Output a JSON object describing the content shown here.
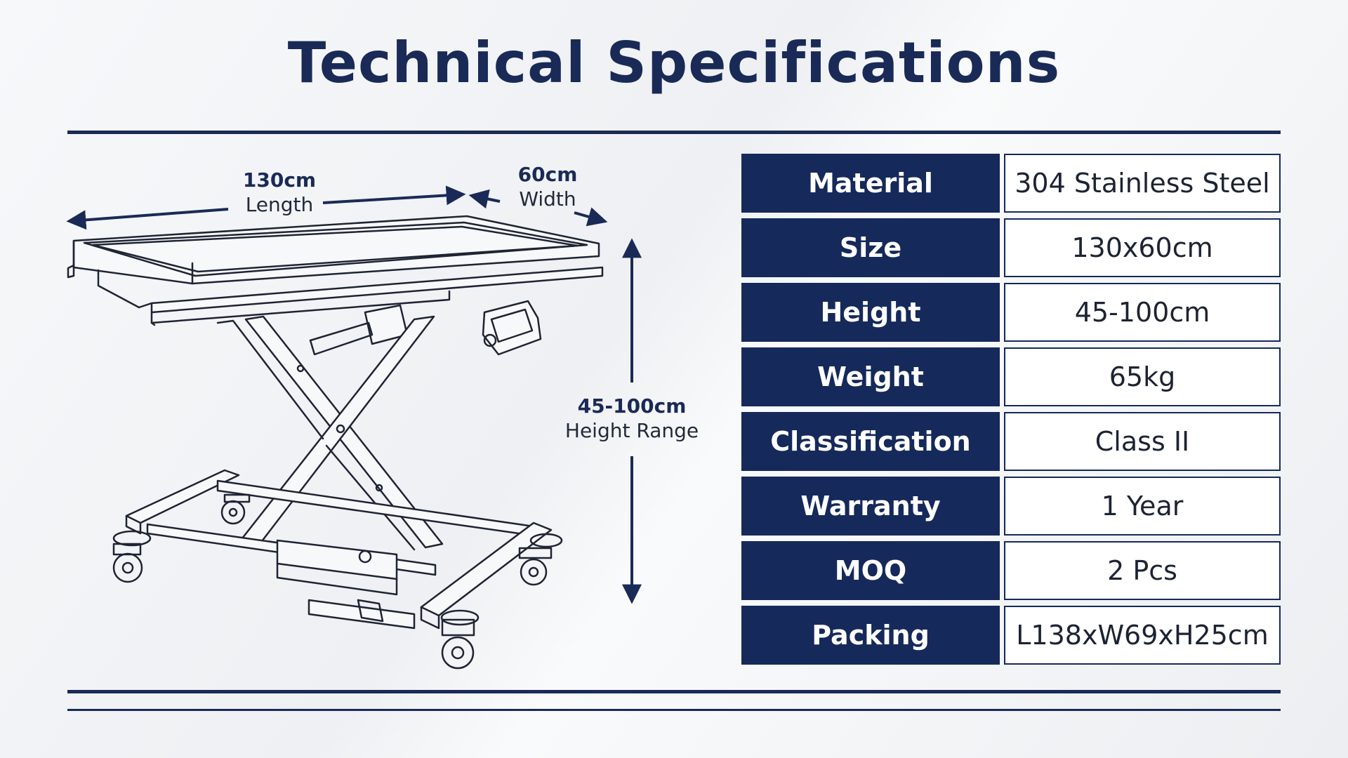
{
  "title": "Technical Specifications",
  "colors": {
    "navy": "#15295a",
    "title": "#1a2a57",
    "background": "#f3f4f6",
    "value_bg": "#ffffff"
  },
  "diagram": {
    "length": {
      "value": "130cm",
      "caption": "Length"
    },
    "width": {
      "value": "60cm",
      "caption": "Width"
    },
    "height": {
      "value": "45-100cm",
      "caption": "Height Range"
    }
  },
  "specs": [
    {
      "label": "Material",
      "value": "304 Stainless Steel"
    },
    {
      "label": "Size",
      "value": "130x60cm"
    },
    {
      "label": "Height",
      "value": "45-100cm"
    },
    {
      "label": "Weight",
      "value": "65kg"
    },
    {
      "label": "Classification",
      "value": "Class II"
    },
    {
      "label": "Warranty",
      "value": "1 Year"
    },
    {
      "label": "MOQ",
      "value": "2 Pcs"
    },
    {
      "label": "Packing",
      "value": "L138xW69xH25cm"
    }
  ]
}
